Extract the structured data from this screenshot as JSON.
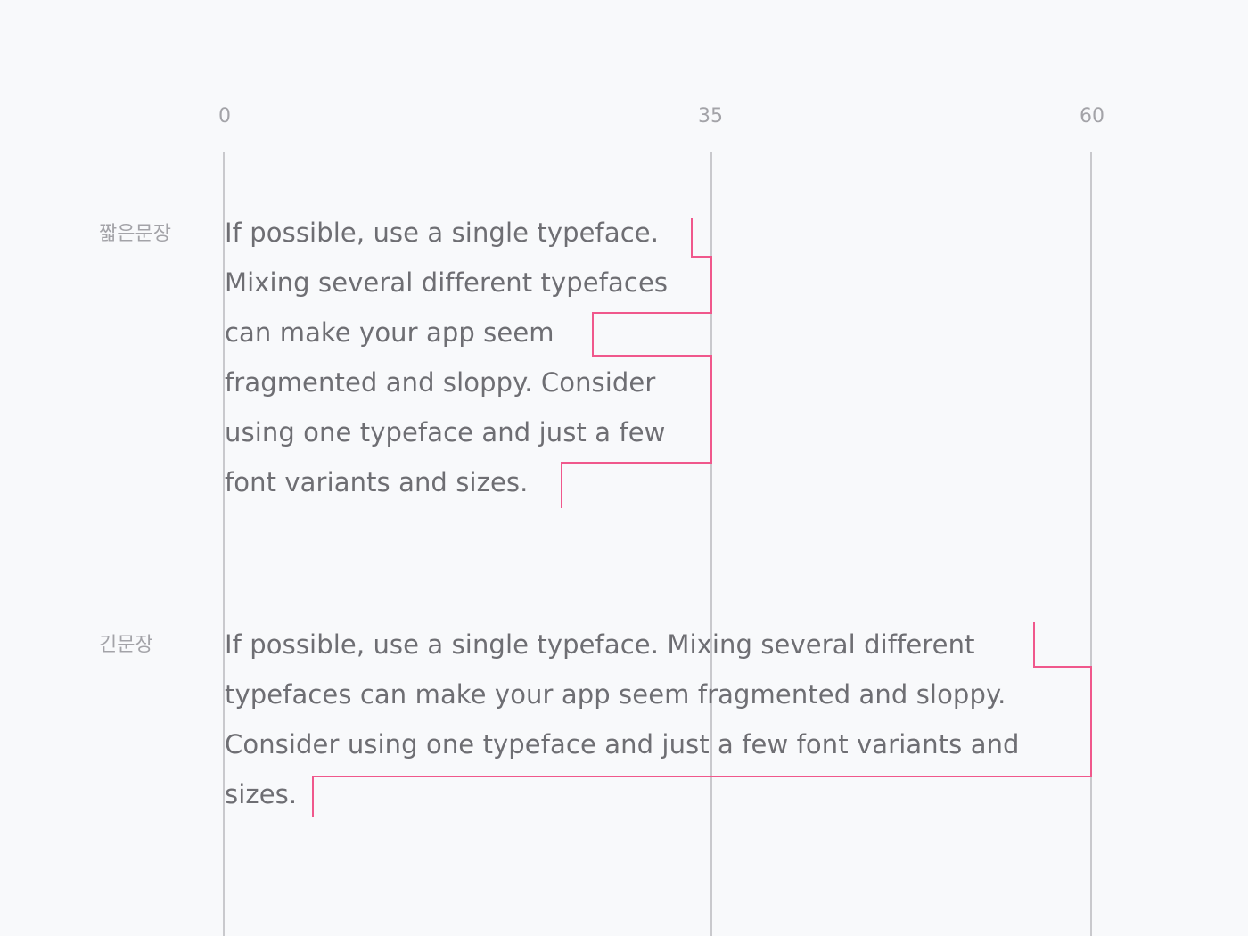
{
  "ruler": {
    "ticks": [
      {
        "label": "0",
        "name": "ruler-tick-0"
      },
      {
        "label": "35",
        "name": "ruler-tick-35"
      },
      {
        "label": "60",
        "name": "ruler-tick-60"
      }
    ]
  },
  "short_block": {
    "label": "짧은문장",
    "lines": [
      "If possible, use a single typeface.",
      "Mixing several different typefaces",
      "can make your app seem",
      "fragmented and sloppy. Consider",
      "using one typeface and just a few",
      "font variants and sizes."
    ]
  },
  "long_block": {
    "label": "긴문장",
    "lines": [
      "If possible, use a single typeface. Mixing several different",
      "typefaces can make your app seem fragmented and sloppy.",
      "Consider using one typeface and just a few font variants and",
      "sizes."
    ]
  },
  "colors": {
    "text": "#6e6e73",
    "label": "#a3a3a8",
    "ruler": "#c9c9cd",
    "rag_outline": "#f0588c",
    "background": "#f8f9fb"
  }
}
